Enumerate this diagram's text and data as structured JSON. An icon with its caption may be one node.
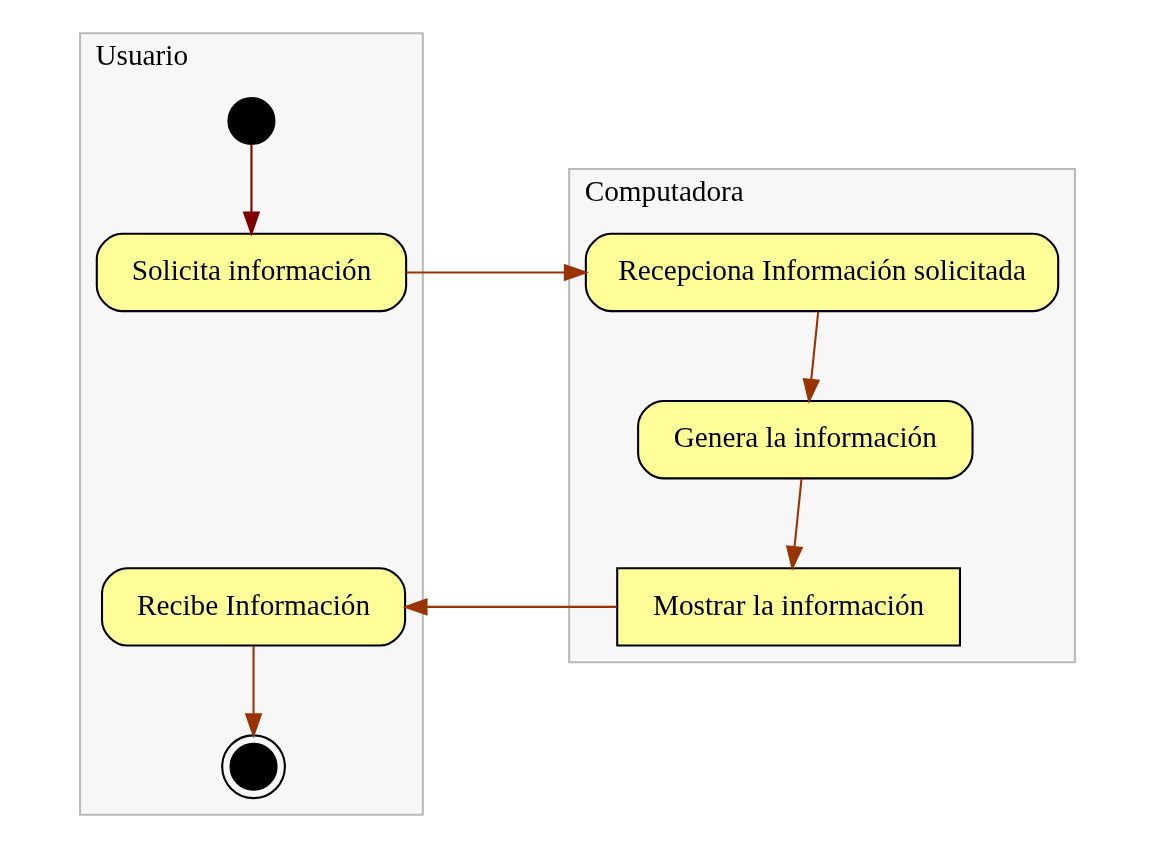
{
  "diagram": {
    "nodes": [
      {
        "text": [
          "Usuario"
        ]
      },
      {
        "text": [
          "Computadora"
        ]
      },
      {
        "text": [],
        "shape": "circle",
        "in": 0
      },
      {
        "text": [
          "Solicita información"
        ],
        "in": 0
      },
      {
        "text": [
          "Recepciona Información solicitada"
        ],
        "in": 1
      },
      {
        "text": [
          "Genera la información"
        ],
        "in": 1
      },
      {
        "text": [
          "Mostrar la información"
        ],
        "in": 1
      },
      {
        "text": [
          "Recibe Información"
        ],
        "in": 0
      },
      {
        "text": [],
        "shape": "bullseye",
        "in": 0
      }
    ],
    "edges": [
      {
        "from": 2,
        "to": 3,
        "arrow": "to",
        "color": "#800000"
      },
      {
        "from": 3,
        "to": 4,
        "arrow": "to"
      },
      {
        "from": 4,
        "to": 5,
        "arrow": "to"
      },
      {
        "from": 5,
        "to": 6,
        "arrow": "to"
      },
      {
        "from": 6,
        "to": 7,
        "arrow": "to"
      },
      {
        "from": 7,
        "to": 8,
        "arrow": "to"
      }
    ]
  }
}
